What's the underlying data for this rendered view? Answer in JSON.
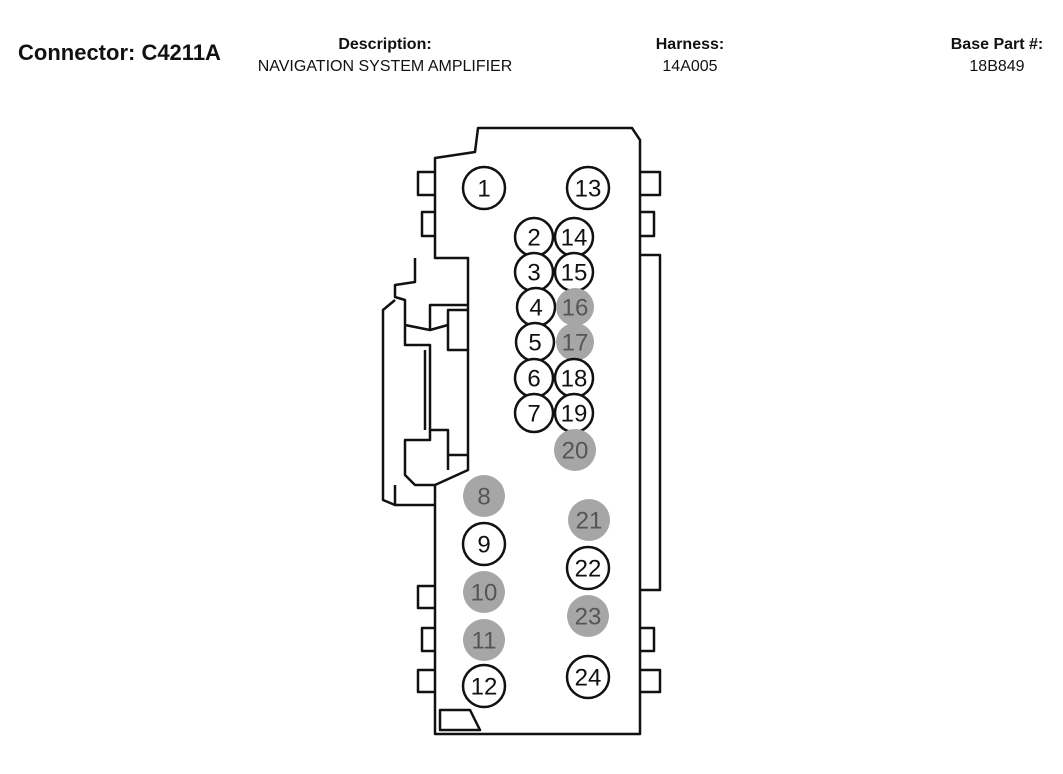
{
  "header": {
    "connector": "Connector: C4211A",
    "description_label": "Description:",
    "description_value": "NAVIGATION SYSTEM AMPLIFIER",
    "harness_label": "Harness:",
    "harness_value": "14A005",
    "base_part_label": "Base Part #:",
    "base_part_value": "18B849"
  },
  "pins": [
    {
      "label": "1",
      "populated": true
    },
    {
      "label": "2",
      "populated": true
    },
    {
      "label": "3",
      "populated": true
    },
    {
      "label": "4",
      "populated": true
    },
    {
      "label": "5",
      "populated": true
    },
    {
      "label": "6",
      "populated": true
    },
    {
      "label": "7",
      "populated": true
    },
    {
      "label": "8",
      "populated": false
    },
    {
      "label": "9",
      "populated": true
    },
    {
      "label": "10",
      "populated": false
    },
    {
      "label": "11",
      "populated": false
    },
    {
      "label": "12",
      "populated": true
    },
    {
      "label": "13",
      "populated": true
    },
    {
      "label": "14",
      "populated": true
    },
    {
      "label": "15",
      "populated": true
    },
    {
      "label": "16",
      "populated": false
    },
    {
      "label": "17",
      "populated": false
    },
    {
      "label": "18",
      "populated": true
    },
    {
      "label": "19",
      "populated": true
    },
    {
      "label": "20",
      "populated": false
    },
    {
      "label": "21",
      "populated": false
    },
    {
      "label": "22",
      "populated": true
    },
    {
      "label": "23",
      "populated": false
    },
    {
      "label": "24",
      "populated": true
    }
  ],
  "colors": {
    "outline": "#111111",
    "empty_cavity_fill": "#a6a6a6",
    "empty_cavity_text": "#555555"
  }
}
